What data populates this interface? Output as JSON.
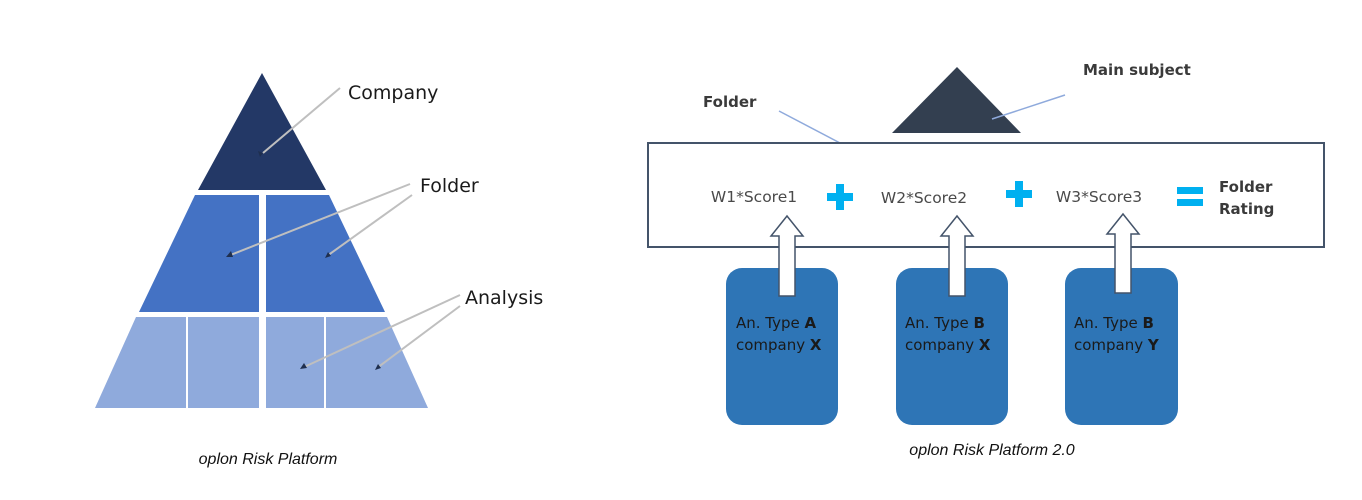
{
  "pyramid": {
    "labels": {
      "company": "Company",
      "folder": "Folder",
      "analysis": "Analysis"
    },
    "caption": "oplon Risk Platform",
    "colors": {
      "top": "#233866",
      "middle": "#4472c4",
      "bottom": "#8faadc",
      "leader": "#bfbfbf"
    }
  },
  "platform2": {
    "main_subject_label": "Main subject",
    "folder_label": "Folder",
    "terms": [
      {
        "label": "W1*Score1"
      },
      {
        "label": "W2*Score2"
      },
      {
        "label": "W3*Score3"
      }
    ],
    "result_label_line1": "Folder",
    "result_label_line2": "Rating",
    "analyses": [
      {
        "type_prefix": "An. Type ",
        "type_code": "A",
        "company_prefix": "company ",
        "company_code": "X"
      },
      {
        "type_prefix": "An. Type ",
        "type_code": "B",
        "company_prefix": "company ",
        "company_code": "X"
      },
      {
        "type_prefix": "An. Type ",
        "type_code": "B",
        "company_prefix": "company ",
        "company_code": "Y"
      }
    ],
    "caption": "oplon Risk Platform 2.0",
    "colors": {
      "triangle": "#333f50",
      "operator": "#00b0f0",
      "box": "#2e75b6",
      "frame": "#44546a",
      "leader": "#8faadc"
    }
  }
}
